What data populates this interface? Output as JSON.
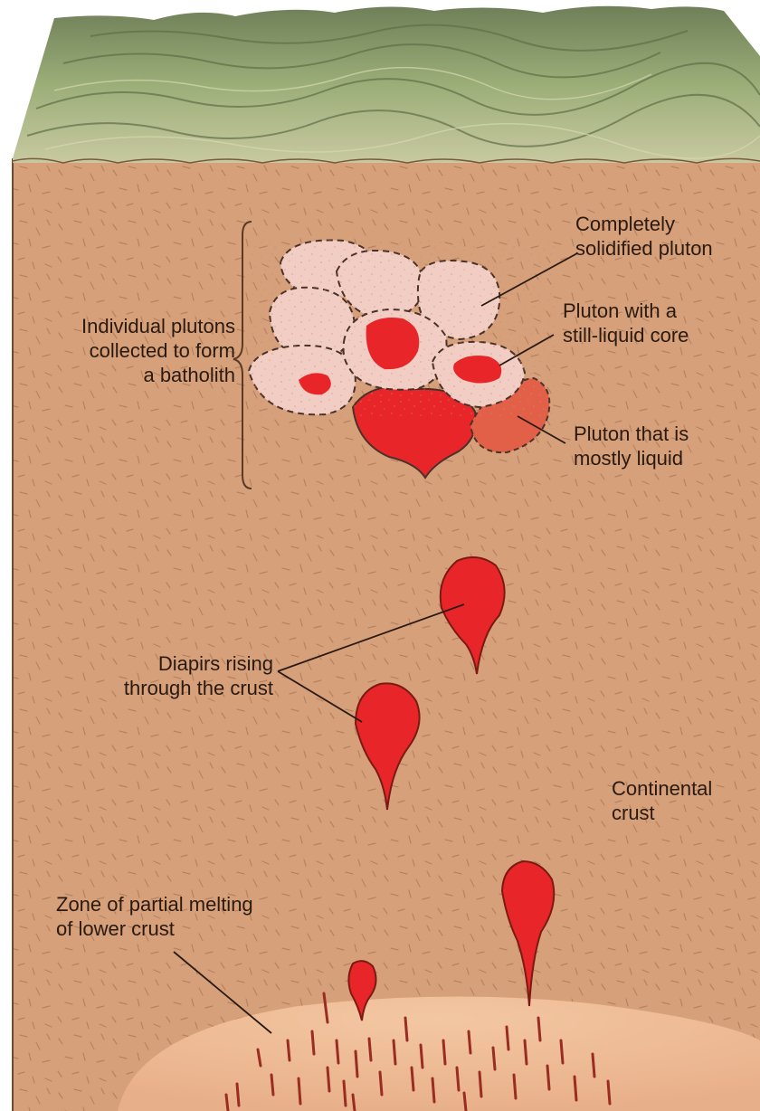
{
  "colors": {
    "crust": "#d6a07a",
    "crust_dark": "#8a5a3a",
    "melt_zone": "#efbd95",
    "magma": "#e8262a",
    "magma_outline": "#7a1a12",
    "pluton_solid": "#f1cdc4",
    "pluton_partial": "#e36048",
    "surface_green": "#93a670",
    "label_text": "#2a1a10"
  },
  "labels": {
    "completely_solidified": [
      "Completely",
      "solidified pluton"
    ],
    "liquid_core": [
      "Pluton with a",
      "still-liquid core"
    ],
    "mostly_liquid": [
      "Pluton that is",
      "mostly liquid"
    ],
    "batholith": [
      "Individual plutons",
      "collected to form",
      "a batholith"
    ],
    "diapirs": [
      "Diapirs rising",
      "through the crust"
    ],
    "continental_crust": [
      "Continental",
      "crust"
    ],
    "partial_melting": [
      "Zone of partial melting",
      "of lower crust"
    ]
  },
  "icons": {
    "pluton": "pluton-icon",
    "diapir": "diapir-icon"
  }
}
